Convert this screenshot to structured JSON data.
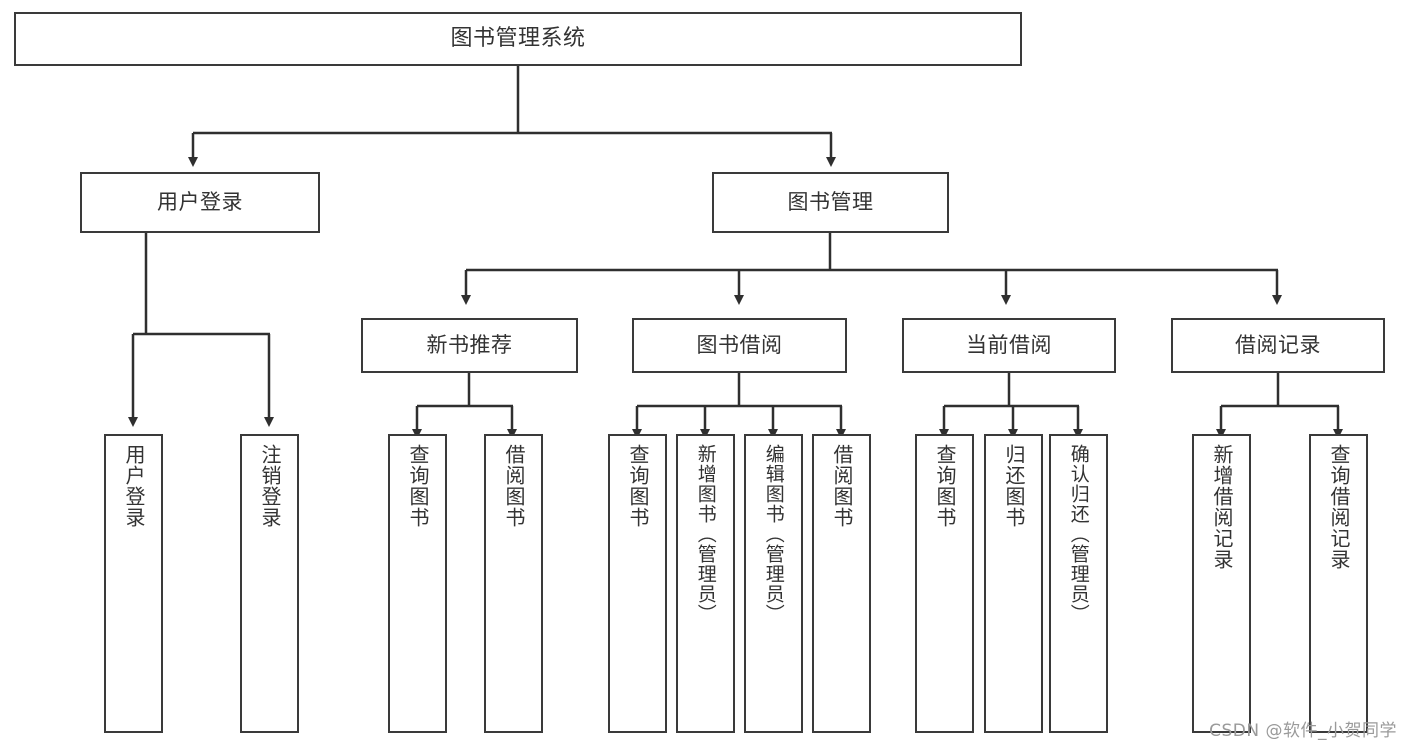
{
  "diagram": {
    "title": "图书管理系统",
    "type": "tree-hierarchy-diagram",
    "watermark": "CSDN @软件_小贺同学",
    "colors": {
      "border": "#3a3a3a",
      "text": "#333333",
      "background": "#ffffff",
      "watermark": "#9a9a9a"
    },
    "root": {
      "label": "图书管理系统"
    },
    "level2": [
      {
        "label": "用户登录"
      },
      {
        "label": "图书管理"
      }
    ],
    "level3": [
      {
        "label": "新书推荐"
      },
      {
        "label": "图书借阅"
      },
      {
        "label": "当前借阅"
      },
      {
        "label": "借阅记录"
      }
    ],
    "leaves": {
      "user_login": [
        {
          "label": "用户登录"
        },
        {
          "label": "注销登录"
        }
      ],
      "new_book_recommend": [
        {
          "label": "查询图书"
        },
        {
          "label": "借阅图书"
        }
      ],
      "book_borrow": [
        {
          "label": "查询图书"
        },
        {
          "label": "新增图书（管理员）"
        },
        {
          "label": "编辑图书（管理员）"
        },
        {
          "label": "借阅图书"
        }
      ],
      "current_borrow": [
        {
          "label": "查询图书"
        },
        {
          "label": "归还图书"
        },
        {
          "label": "确认归还（管理员）"
        }
      ],
      "borrow_record": [
        {
          "label": "新增借阅记录"
        },
        {
          "label": "查询借阅记录"
        }
      ]
    }
  }
}
